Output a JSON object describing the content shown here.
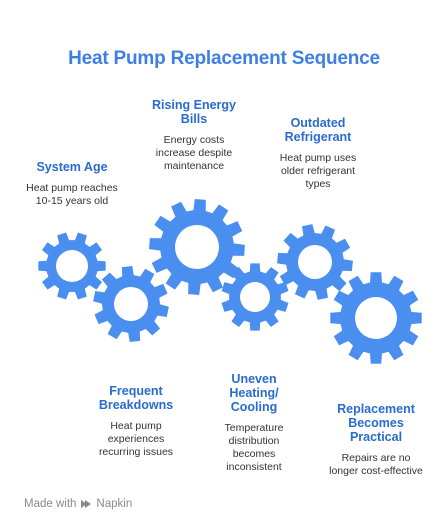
{
  "title": "Heat Pump Replacement Sequence",
  "steps": [
    {
      "heading": "System Age",
      "description": "Heat pump reaches 10-15 years old"
    },
    {
      "heading": "Rising Energy Bills",
      "description": "Energy costs increase despite maintenance"
    },
    {
      "heading": "Outdated Refrigerant",
      "description": "Heat pump uses older refrigerant types"
    },
    {
      "heading": "Frequent Breakdowns",
      "description": "Heat pump experiences recurring issues"
    },
    {
      "heading": "Uneven Heating/ Cooling",
      "description": "Temperature distribution becomes inconsistent"
    },
    {
      "heading": "Replacement Becomes Practical",
      "description": "Repairs are no longer cost-effective"
    }
  ],
  "footer": {
    "made_with": "Made with",
    "brand": "Napkin",
    "icon": "napkin-logo-icon"
  },
  "colors": {
    "gear": "#4A8FF0",
    "heading": "#2A6BD1",
    "title": "#3D7FE5"
  }
}
